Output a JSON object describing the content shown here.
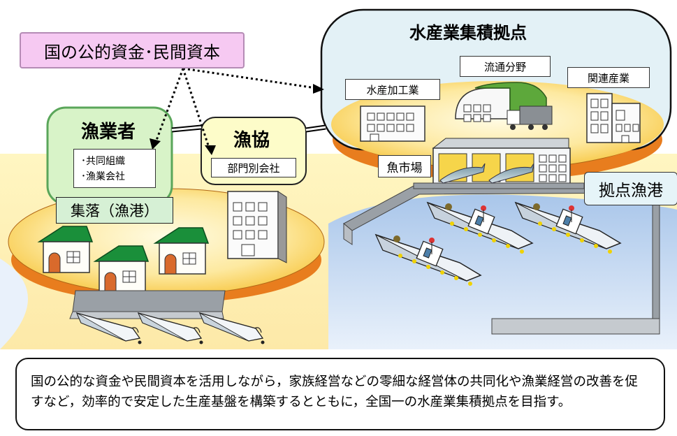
{
  "funds": {
    "label": "国の公的資金･民間資本"
  },
  "cluster": {
    "title": "水産業集積拠点"
  },
  "fishers": {
    "title": "漁業者",
    "items": [
      "･共同組織",
      "･漁業会社"
    ]
  },
  "coop": {
    "title": "漁協",
    "sub": "部門別会社"
  },
  "village": {
    "label": "集落（漁港）"
  },
  "industries": {
    "processing": "水産加工業",
    "distribution": "流通分野",
    "related": "関連産業",
    "market": "魚市場"
  },
  "port": {
    "label": "拠点漁港"
  },
  "description": "国の公的な資金や民間資本を活用しながら，家族経営などの零細な経営体の共同化や漁業経営の改善を促すなど，効率的で安定した生産基盤を構築するとともに，全国一の水産業集積拠点を目指す。",
  "colors": {
    "funds_fill": "#f6c9f2",
    "fisher_fill": "#d8f3c8",
    "coop_fill": "#fdfcc9",
    "cluster_fill": "#e3f1f6",
    "disc_gold": "#fbd45a",
    "disc_edge": "#e87d1e",
    "water": "#c5d9ef",
    "roof_green": "#1a8f3a"
  }
}
